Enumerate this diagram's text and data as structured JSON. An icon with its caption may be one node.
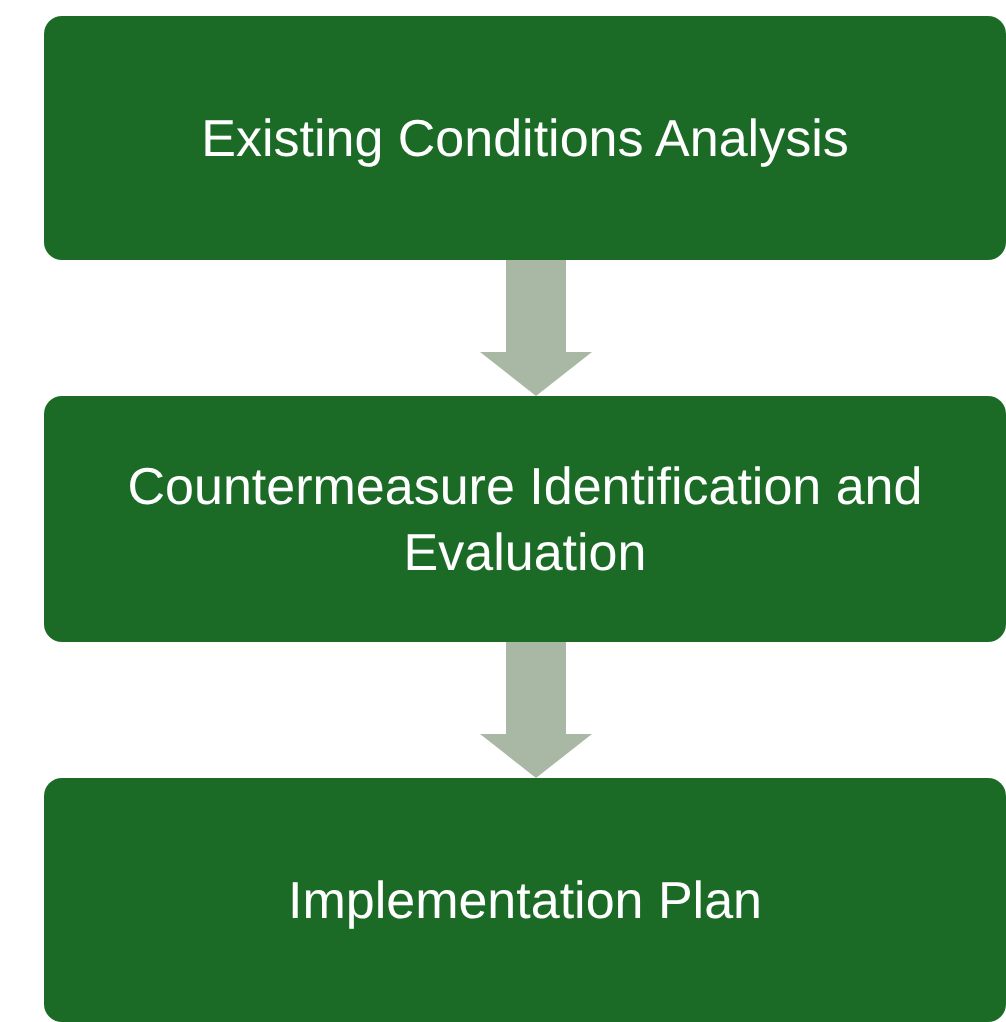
{
  "diagram": {
    "nodes": [
      {
        "text": [
          "Existing Conditions Analysis"
        ]
      },
      {
        "text": [
          "Countermeasure Identification and Evaluation"
        ]
      },
      {
        "text": [
          "Implementation Plan"
        ]
      }
    ],
    "edges": [
      {
        "from": 0,
        "to": 1,
        "arrow": "to"
      },
      {
        "from": 1,
        "to": 2,
        "arrow": "to"
      }
    ]
  }
}
